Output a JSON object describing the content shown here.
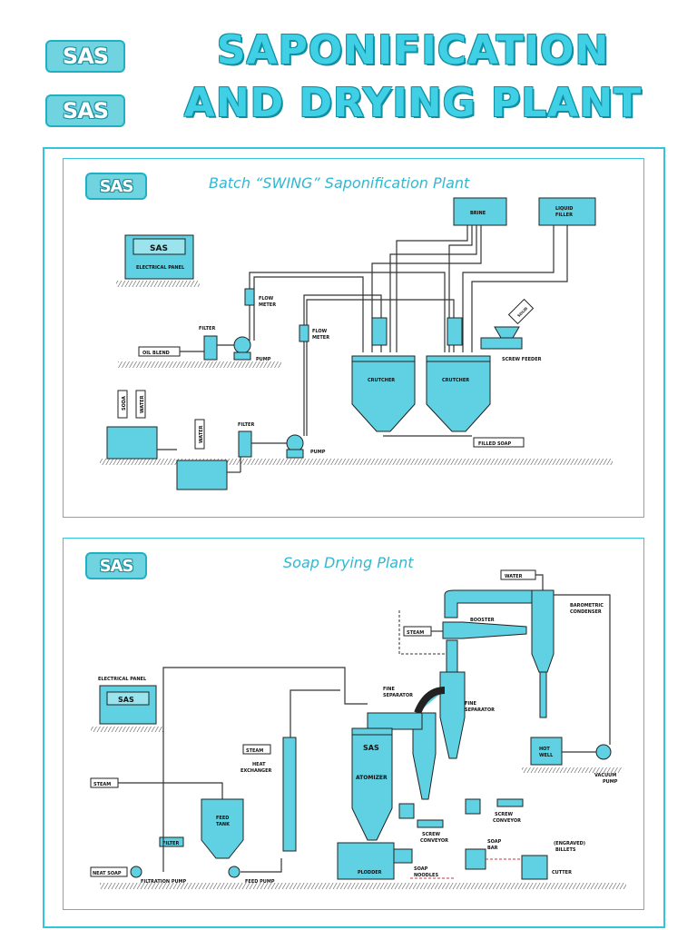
{
  "header": {
    "logo_top": "SAS",
    "logo_bottom": "SAS",
    "title_line1": "SAPONIFICATION",
    "title_line2": "AND DRYING PLANT"
  },
  "panel1": {
    "logo": "SAS",
    "title": "Batch “SWING” Saponification Plant",
    "panel_logo": "SAS",
    "labels": {
      "electrical_panel": "ELECTRICAL PANEL",
      "brine": "BRINE",
      "liquid_filler": "LIQUID\nFILLER",
      "flow_meter_1": "FLOW\nMETER",
      "flow_meter_2": "FLOW\nMETER",
      "filter_1": "FILTER",
      "filter_2": "FILTER",
      "pump_1": "PUMP",
      "pump_2": "PUMP",
      "oil_blend": "OIL BLEND",
      "soda": "SODA",
      "water_1": "WATER",
      "water_2": "WATER",
      "crutcher_1": "CRUTCHER",
      "crutcher_2": "CRUTCHER",
      "screw_feeder": "SCREW FEEDER",
      "solid_filler": "SOLID\nFILLER",
      "filled_soap": "FILLED SOAP"
    }
  },
  "panel2": {
    "logo": "SAS",
    "title": "Soap Drying Plant",
    "panel_logo": "SAS",
    "labels": {
      "water": "WATER",
      "barometric_condenser": "BAROMETRIC\nCONDENSER",
      "booster": "BOOSTER",
      "steam_1": "STEAM",
      "steam_2": "STEAM",
      "steam_3": "STEAM",
      "electrical_panel": "ELECTRICAL PANEL",
      "fine_separator_1": "FINE\nSEPARATOR",
      "fine_separator_2": "FINE\nSEPARATOR",
      "heat_exchanger": "HEAT\nEXCHANGER",
      "atomizer": "ATOMIZER",
      "atomizer_logo": "SAS",
      "hot_well": "HOT\nWELL",
      "vacuum_pump": "VACUUM\nPUMP",
      "feed_tank": "FEED\nTANK",
      "filter": "FILTER",
      "screw_conveyor_1": "SCREW\nCONVEYOR",
      "screw_conveyor_2": "SCREW\nCONVEYOR",
      "neat_soap": "NEAT SOAP",
      "filtration_pump": "FILTRATION PUMP",
      "feed_pump": "FEED PUMP",
      "plodder": "PLODDER",
      "soap_noodles": "SOAP\nNOODLES",
      "soap_bar": "SOAP\nBAR",
      "engraved_billets": "(ENGRAVED)\nBILLETS",
      "cutter": "CUTTER"
    }
  },
  "colors": {
    "accent": "#33c5dd",
    "equipment_fill": "#5fd1e2",
    "ground": "#555555"
  }
}
